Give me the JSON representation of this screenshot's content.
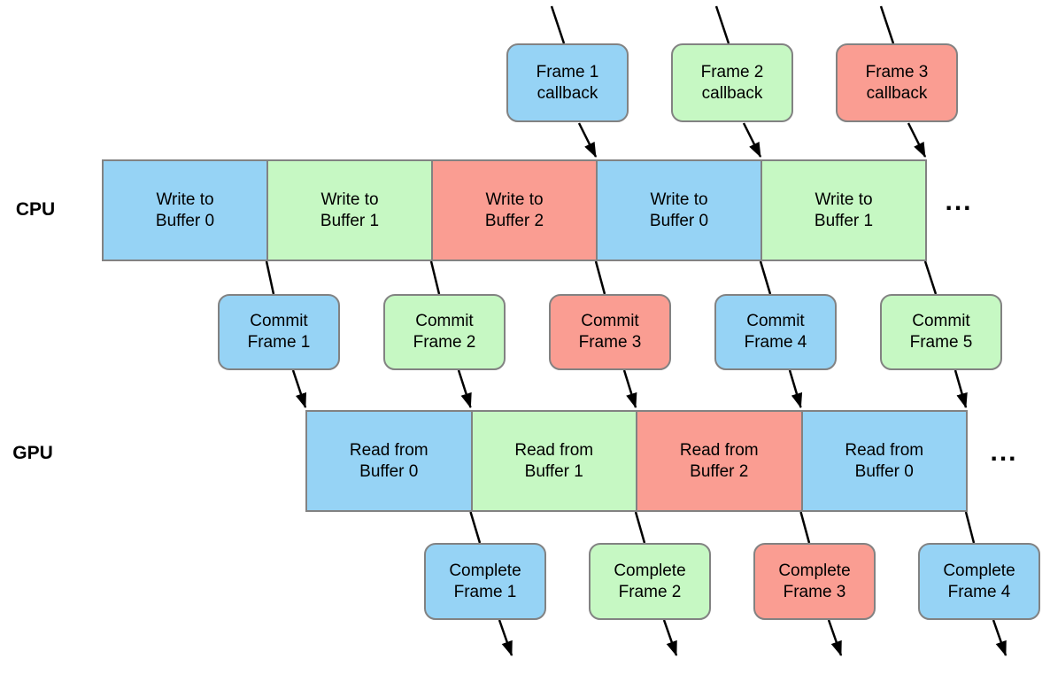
{
  "labels": {
    "cpu": "CPU",
    "gpu": "GPU",
    "ellipsis_cpu": "...",
    "ellipsis_gpu": "..."
  },
  "colors": {
    "blue": "#96D3F5",
    "green": "#C6F8C3",
    "red": "#FA9D92",
    "border": "#828282",
    "arrow": "#000000",
    "text": "#000000"
  },
  "callback_boxes": [
    {
      "line1": "Frame 1",
      "line2": "callback",
      "color": "blue"
    },
    {
      "line1": "Frame 2",
      "line2": "callback",
      "color": "green"
    },
    {
      "line1": "Frame 3",
      "line2": "callback",
      "color": "red"
    }
  ],
  "cpu_blocks": [
    {
      "line1": "Write to",
      "line2": "Buffer 0",
      "color": "blue"
    },
    {
      "line1": "Write to",
      "line2": "Buffer 1",
      "color": "green"
    },
    {
      "line1": "Write to",
      "line2": "Buffer 2",
      "color": "red"
    },
    {
      "line1": "Write to",
      "line2": "Buffer 0",
      "color": "blue"
    },
    {
      "line1": "Write to",
      "line2": "Buffer 1",
      "color": "green"
    }
  ],
  "commit_boxes": [
    {
      "line1": "Commit",
      "line2": "Frame 1",
      "color": "blue"
    },
    {
      "line1": "Commit",
      "line2": "Frame 2",
      "color": "green"
    },
    {
      "line1": "Commit",
      "line2": "Frame 3",
      "color": "red"
    },
    {
      "line1": "Commit",
      "line2": "Frame 4",
      "color": "blue"
    },
    {
      "line1": "Commit",
      "line2": "Frame 5",
      "color": "green"
    }
  ],
  "gpu_blocks": [
    {
      "line1": "Read from",
      "line2": "Buffer 0",
      "color": "blue"
    },
    {
      "line1": "Read from",
      "line2": "Buffer 1",
      "color": "green"
    },
    {
      "line1": "Read from",
      "line2": "Buffer 2",
      "color": "red"
    },
    {
      "line1": "Read from",
      "line2": "Buffer 0",
      "color": "blue"
    }
  ],
  "complete_boxes": [
    {
      "line1": "Complete",
      "line2": "Frame 1",
      "color": "blue"
    },
    {
      "line1": "Complete",
      "line2": "Frame 2",
      "color": "green"
    },
    {
      "line1": "Complete",
      "line2": "Frame 3",
      "color": "red"
    },
    {
      "line1": "Complete",
      "line2": "Frame 4",
      "color": "blue"
    }
  ]
}
